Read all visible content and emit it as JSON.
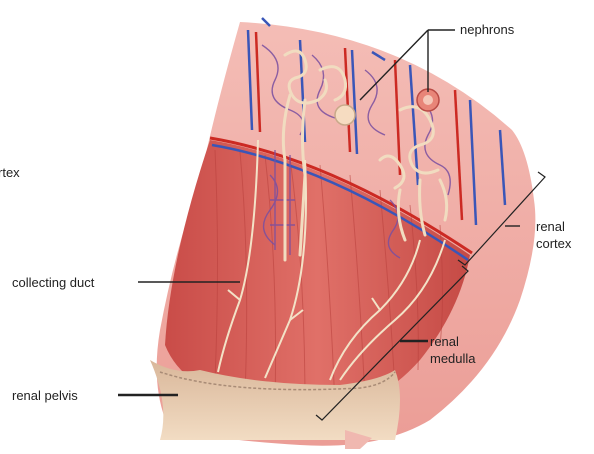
{
  "labels": {
    "cortex_fragment": "rtex",
    "nephrons": "nephrons",
    "collecting_duct": "collecting duct",
    "renal_pelvis": "renal pelvis",
    "renal_cortex_line1": "renal",
    "renal_cortex_line2": "cortex",
    "renal_medulla_line1": "renal",
    "renal_medulla_line2": "medulla"
  },
  "colors": {
    "cortex": "#efa7a0",
    "medulla": "#d9625b",
    "pelvis": "#ebd2b4",
    "artery": "#cc2a23",
    "vein": "#3a56b8",
    "tubule": "#f1dcc0"
  }
}
